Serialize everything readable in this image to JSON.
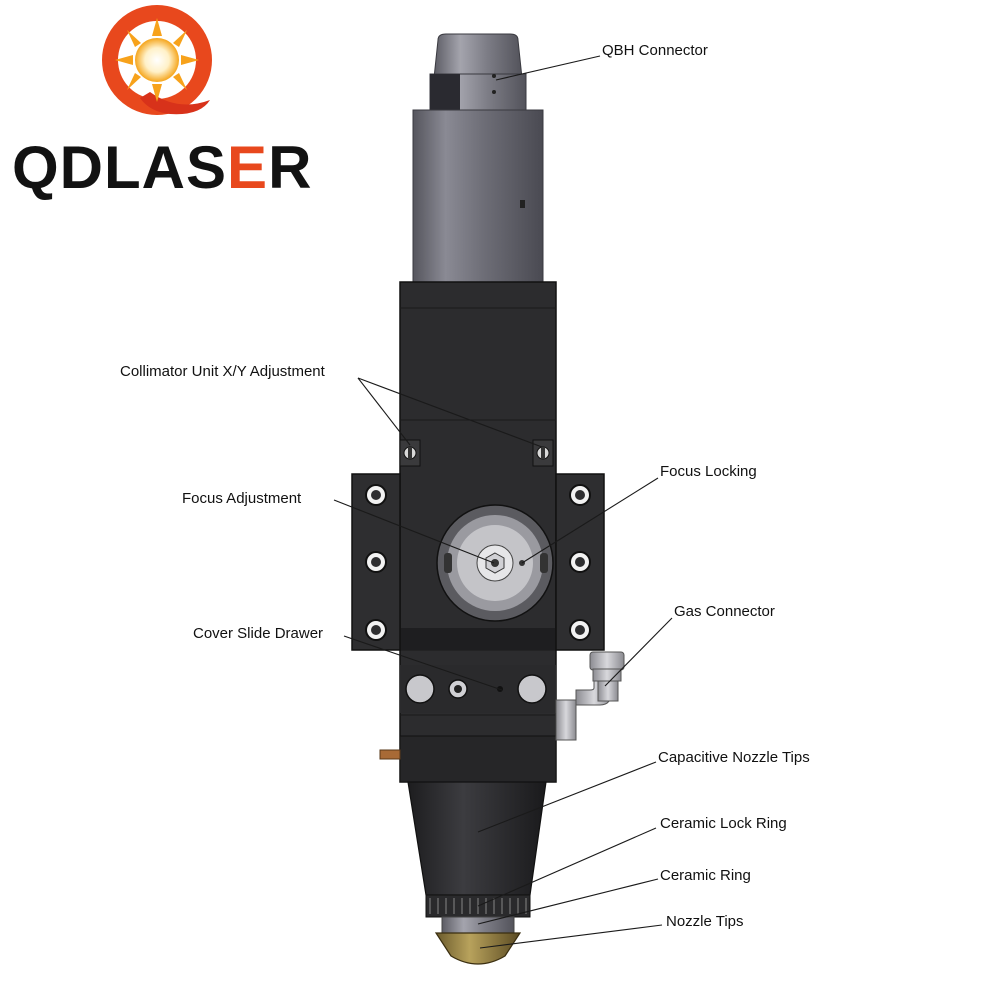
{
  "brand": {
    "name_part1": "QDLASER",
    "text_color": "#121212",
    "accent_color": "#e8481d",
    "sun_color": "#f5a51c"
  },
  "diagram": {
    "body_color": "#2b2b2d",
    "tube_color": "#6f6f78",
    "callouts": [
      {
        "id": "qbh-connector",
        "label": "QBH Connector"
      },
      {
        "id": "collimator-xy",
        "label": "Collimator Unit X/Y Adjustment"
      },
      {
        "id": "focus-locking",
        "label": "Focus Locking"
      },
      {
        "id": "focus-adjustment",
        "label": "Focus Adjustment"
      },
      {
        "id": "gas-connector",
        "label": "Gas Connector"
      },
      {
        "id": "cover-slide-drawer",
        "label": "Cover Slide Drawer"
      },
      {
        "id": "capacitive-nozzle-tips",
        "label": "Capacitive Nozzle Tips"
      },
      {
        "id": "ceramic-lock-ring",
        "label": "Ceramic Lock Ring"
      },
      {
        "id": "ceramic-ring",
        "label": "Ceramic Ring"
      },
      {
        "id": "nozzle-tips",
        "label": "Nozzle Tips"
      }
    ]
  }
}
